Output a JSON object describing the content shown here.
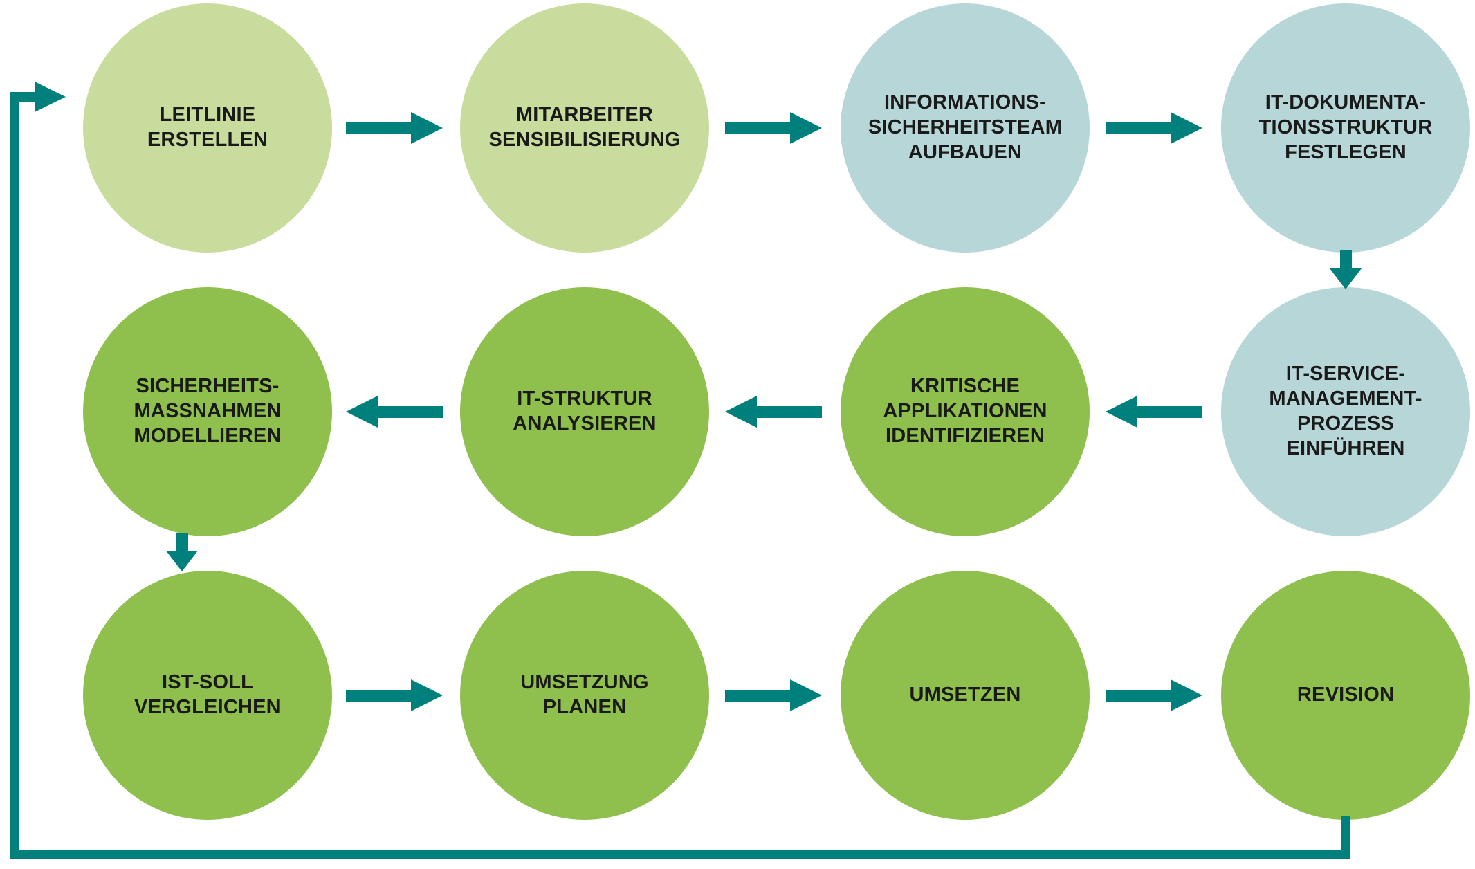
{
  "colors": {
    "arrow": "#00807c",
    "text": "#1a1a1a",
    "light_green": "#c8dc9d",
    "green": "#8fbf4d",
    "teal": "#b6d6d7",
    "background": "#ffffff"
  },
  "nodes": [
    {
      "label": "LEITLINIE\nERSTELLEN",
      "fill": "light_green"
    },
    {
      "label": "MITARBEITER\nSENSIBILISIERUNG",
      "fill": "light_green"
    },
    {
      "label": "INFORMATIONS-\nSICHERHEITSTEAM\nAUFBAUEN",
      "fill": "teal"
    },
    {
      "label": "IT-DOKUMENTA-\nTIONSSTRUKTUR\nFESTLEGEN",
      "fill": "teal"
    },
    {
      "label": "IT-SERVICE-\nMANAGEMENT-\nPROZESS\nEINFÜHREN",
      "fill": "teal"
    },
    {
      "label": "KRITISCHE\nAPPLIKATIONEN\nIDENTIFIZIEREN",
      "fill": "green"
    },
    {
      "label": "IT-STRUKTUR\nANALYSIEREN",
      "fill": "green"
    },
    {
      "label": "SICHERHEITS-\nMASSNAHMEN\nMODELLIEREN",
      "fill": "green"
    },
    {
      "label": "IST-SOLL\nVERGLEICHEN",
      "fill": "green"
    },
    {
      "label": "UMSETZUNG\nPLANEN",
      "fill": "green"
    },
    {
      "label": "UMSETZEN",
      "fill": "green"
    },
    {
      "label": "REVISION",
      "fill": "green"
    }
  ]
}
